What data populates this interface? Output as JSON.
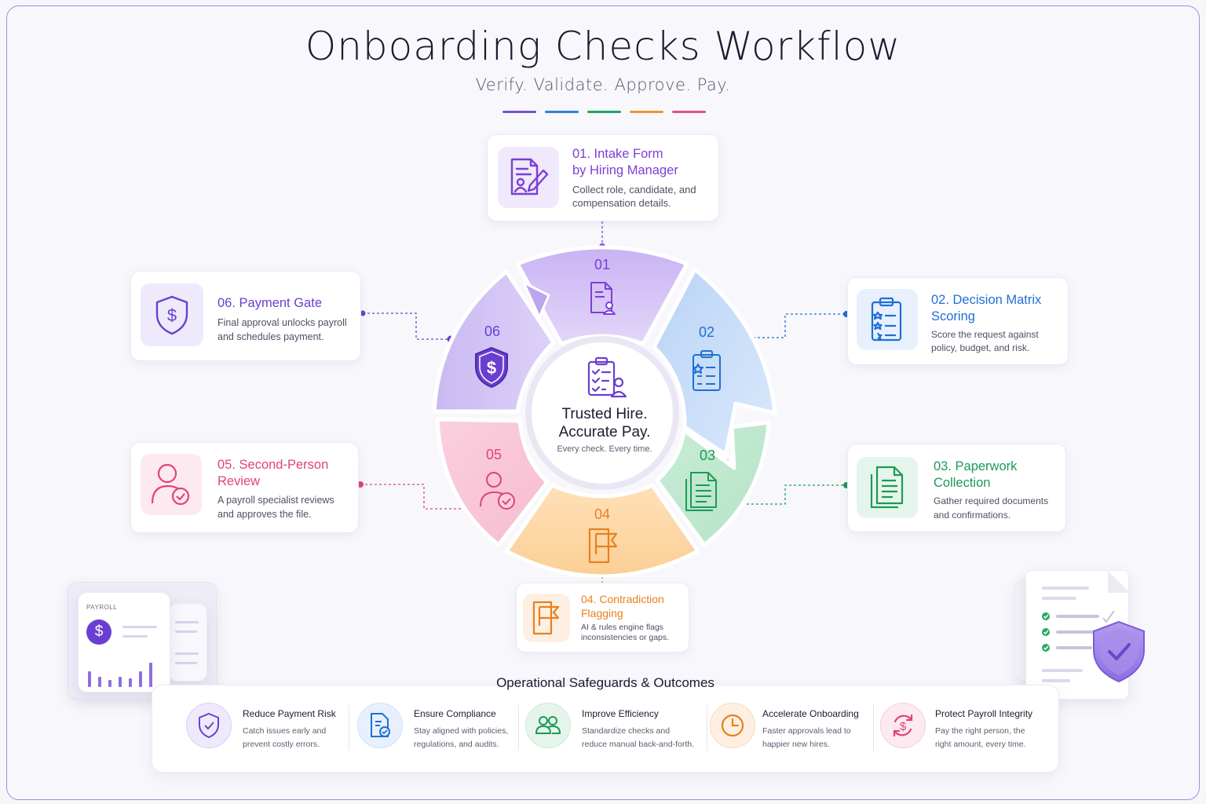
{
  "header": {
    "title": "Onboarding Checks Workflow",
    "subtitle": "Verify. Validate. Approve. Pay.",
    "underline_colors": [
      "#7c4fd6",
      "#2f7fe0",
      "#1fa563",
      "#f0952c",
      "#e84d86"
    ]
  },
  "steps": [
    {
      "number": "01",
      "title_line1": "01. Intake Form",
      "title_line2": "by Hiring Manager",
      "desc_line1": "Collect role, candidate, and",
      "desc_line2": "compensation details.",
      "color": "#7c3fd6",
      "icon": "form-edit-icon"
    },
    {
      "number": "02",
      "title_line1": "02. Decision Matrix",
      "title_line2": "Scoring",
      "desc_line1": "Score the request against",
      "desc_line2": "policy, budget, and risk.",
      "color": "#1f6fd6",
      "icon": "clipboard-star-icon"
    },
    {
      "number": "03",
      "title_line1": "03. Paperwork",
      "title_line2": "Collection",
      "desc_line1": "Gather required documents",
      "desc_line2": "and confirmations.",
      "color": "#1c9a55",
      "icon": "documents-icon"
    },
    {
      "number": "04",
      "title_line1": "04. Contradiction",
      "title_line2": "Flagging",
      "desc_line1": "AI & rules engine flags",
      "desc_line2": "inconsistencies or gaps.",
      "color": "#e8801e",
      "icon": "flag-icon"
    },
    {
      "number": "05",
      "title_line1": "05. Second-Person",
      "title_line2": "Review",
      "desc_line1": "A payroll specialist reviews",
      "desc_line2": "and approves the file.",
      "color": "#e0437c",
      "icon": "person-check-icon"
    },
    {
      "number": "06",
      "title_line1": "06. Payment Gate",
      "title_line2": "",
      "desc_line1": "Final approval unlocks payroll",
      "desc_line2": "and schedules payment.",
      "color": "#6a3fcf",
      "icon": "shield-dollar-icon"
    }
  ],
  "center": {
    "line1": "Trusted Hire.",
    "line2": "Accurate Pay.",
    "tagline": "Every check. Every time."
  },
  "payroll_card": {
    "label": "PAYROLL",
    "bar_levels": [
      0.55,
      0.35,
      0.25,
      0.35,
      0.3,
      0.55,
      0.85
    ]
  },
  "outcomes_title": "Operational Safeguards & Outcomes",
  "outcomes": [
    {
      "title": "Reduce Payment Risk",
      "desc_line1": "Catch issues early and",
      "desc_line2": "prevent costly errors.",
      "color": "#6a3fcf",
      "icon": "shield-check-icon"
    },
    {
      "title": "Ensure Compliance",
      "desc_line1": "Stay aligned with policies,",
      "desc_line2": "regulations, and audits.",
      "color": "#1f6fd6",
      "icon": "document-check-icon"
    },
    {
      "title": "Improve Efficiency",
      "desc_line1": "Standardize checks and",
      "desc_line2": "reduce manual back-and-forth.",
      "color": "#1c9a55",
      "icon": "team-icon"
    },
    {
      "title": "Accelerate Onboarding",
      "desc_line1": "Faster approvals lead to",
      "desc_line2": "happier new hires.",
      "color": "#e8801e",
      "icon": "clock-icon"
    },
    {
      "title": "Protect Payroll Integrity",
      "desc_line1": "Pay the right person, the",
      "desc_line2": "right amount, every time.",
      "color": "#e0437c",
      "icon": "dollar-cycle-icon"
    }
  ]
}
